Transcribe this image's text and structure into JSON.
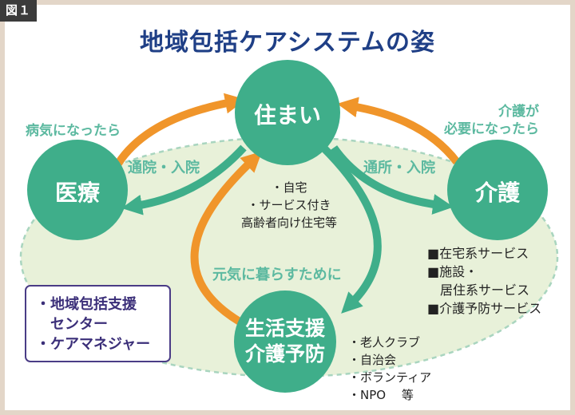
{
  "figure_label": "図１",
  "title": "地域包括ケアシステムの姿",
  "nodes": {
    "housing": "住まい",
    "medical": "医療",
    "care": "介護",
    "prevention_line1": "生活支援",
    "prevention_line2": "介護予防"
  },
  "arrow_labels": {
    "hospital": "通院・入院",
    "facility": "通所・入院",
    "healthy": "元気に暮らすために"
  },
  "side_labels": {
    "sick": "病気になったら",
    "needs_care_line1": "介護が",
    "needs_care_line2": "必要になったら"
  },
  "housing_items": [
    "・自宅",
    "・サービス付き",
    "高齢者向け住宅等"
  ],
  "care_items": [
    "■在宅系サービス",
    "■施設・",
    "　居住系サービス",
    "■介護予防サービス"
  ],
  "prevention_items": [
    "・老人クラブ",
    "・自治会",
    "・ボランティア",
    "・NPO　 等"
  ],
  "support_box": [
    "・地域包括支援",
    "　センター",
    "・ケアマネジャー"
  ],
  "colors": {
    "circle_green": "#3fae8a",
    "arrow_orange": "#f0952a",
    "label_green": "#5cb9a0",
    "ellipse_fill": "#e8f1d9",
    "title_blue": "#1f3f86",
    "box_purple": "#4a3c86"
  }
}
